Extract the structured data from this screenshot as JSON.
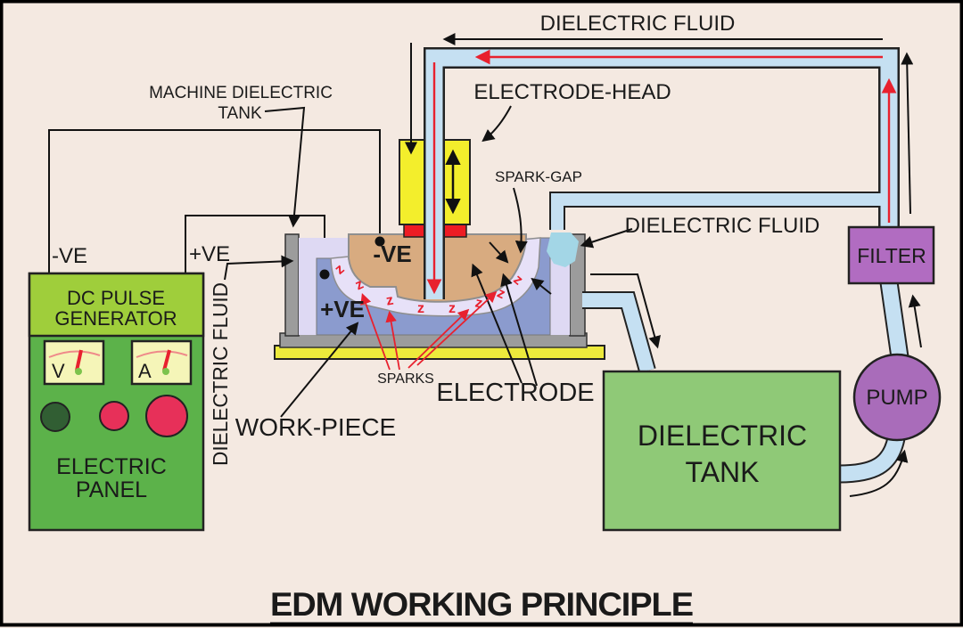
{
  "diagram": "EDM working principle schematic",
  "title": "EDM WORKING PRINCIPLE",
  "labels": {
    "top_fluid": "DIELECTRIC FLUID",
    "machine_tank_line1": "MACHINE DIELECTRIC",
    "machine_tank_line2": "TANK",
    "electrode_head": "ELECTRODE-HEAD",
    "spark_gap": "SPARK-GAP",
    "right_fluid": "DIELECTRIC FLUID",
    "filter": "FILTER",
    "pump": "PUMP",
    "dielectric_tank_line1": "DIELECTRIC",
    "dielectric_tank_line2": "TANK",
    "neg_terminal": "-VE",
    "pos_terminal": "+VE",
    "electrode_polarity": "-VE",
    "workpiece_polarity": "+VE",
    "generator_line1": "DC PULSE",
    "generator_line2": "GENERATOR",
    "voltmeter": "V",
    "ammeter": "A",
    "panel_line1": "ELECTRIC",
    "panel_line2": "PANEL",
    "fluid_vertical": "DIELECTRIC FLUID",
    "work_piece": "WORK-PIECE",
    "sparks": "SPARKS",
    "electrode": "ELECTRODE"
  },
  "colors": {
    "bg": "#f4e9e1",
    "ink": "#1a1a1a",
    "wire": "#111111",
    "pipe": "#c5e0f2",
    "pipe-outline": "#222222",
    "red": "#e8212e",
    "head-yellow": "#f3ee2c",
    "connector-red": "#ed1c24",
    "electrode-tan": "#d8ab80",
    "electrode-edge": "#8f8f8f",
    "fluid-lavender": "#ded9f3",
    "gap-lavender": "#e7e1f8",
    "workpiece-blue": "#8b9bce",
    "tank-gray": "#9c9c9c",
    "base-yellow": "#edea3c",
    "panel-green": "#5cb24a",
    "panel-header": "#9fce3b",
    "meter-cream": "#f5f5b8",
    "meter-arc": "#ef8a8a",
    "needle-dot": "#7cc34c",
    "knob-dark": "#315e33",
    "knob-red": "#e73059",
    "tank-green": "#8fc977",
    "filter-purple": "#b16cc1",
    "pump-purple": "#a96cba",
    "blob-cyan": "#a3d6e6",
    "polarity-yellow": "#f5e626"
  }
}
